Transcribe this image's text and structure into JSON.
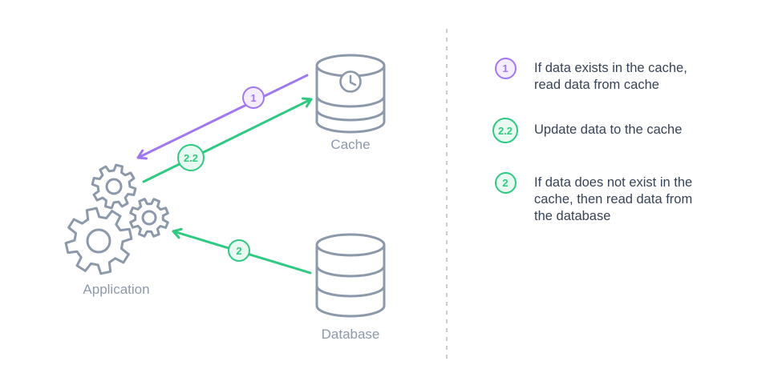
{
  "colors": {
    "purple": "#a077f0",
    "purple-tint": "#f3edfd",
    "green": "#30c981",
    "green-tint": "#e8faf1",
    "gray": "#8b99ab",
    "text": "#374357",
    "divider": "#b3bdc9"
  },
  "diagram": {
    "nodes": {
      "cache": {
        "label": "Cache"
      },
      "database": {
        "label": "Database"
      },
      "application": {
        "label": "Application"
      }
    },
    "arrows": [
      {
        "step": "1",
        "color": "purple",
        "from": "cache",
        "to": "application"
      },
      {
        "step": "2.2",
        "color": "green",
        "from": "application",
        "to": "cache"
      },
      {
        "step": "2",
        "color": "green",
        "from": "database",
        "to": "application"
      }
    ]
  },
  "legend": {
    "items": [
      {
        "badge": "1",
        "color": "purple",
        "text": "If data exists in the cache,\nread data from cache"
      },
      {
        "badge": "2.2",
        "color": "green",
        "text": "Update data to the cache"
      },
      {
        "badge": "2",
        "color": "green",
        "text": "If data does not exist in the\ncache, then read data from\nthe database"
      }
    ]
  }
}
